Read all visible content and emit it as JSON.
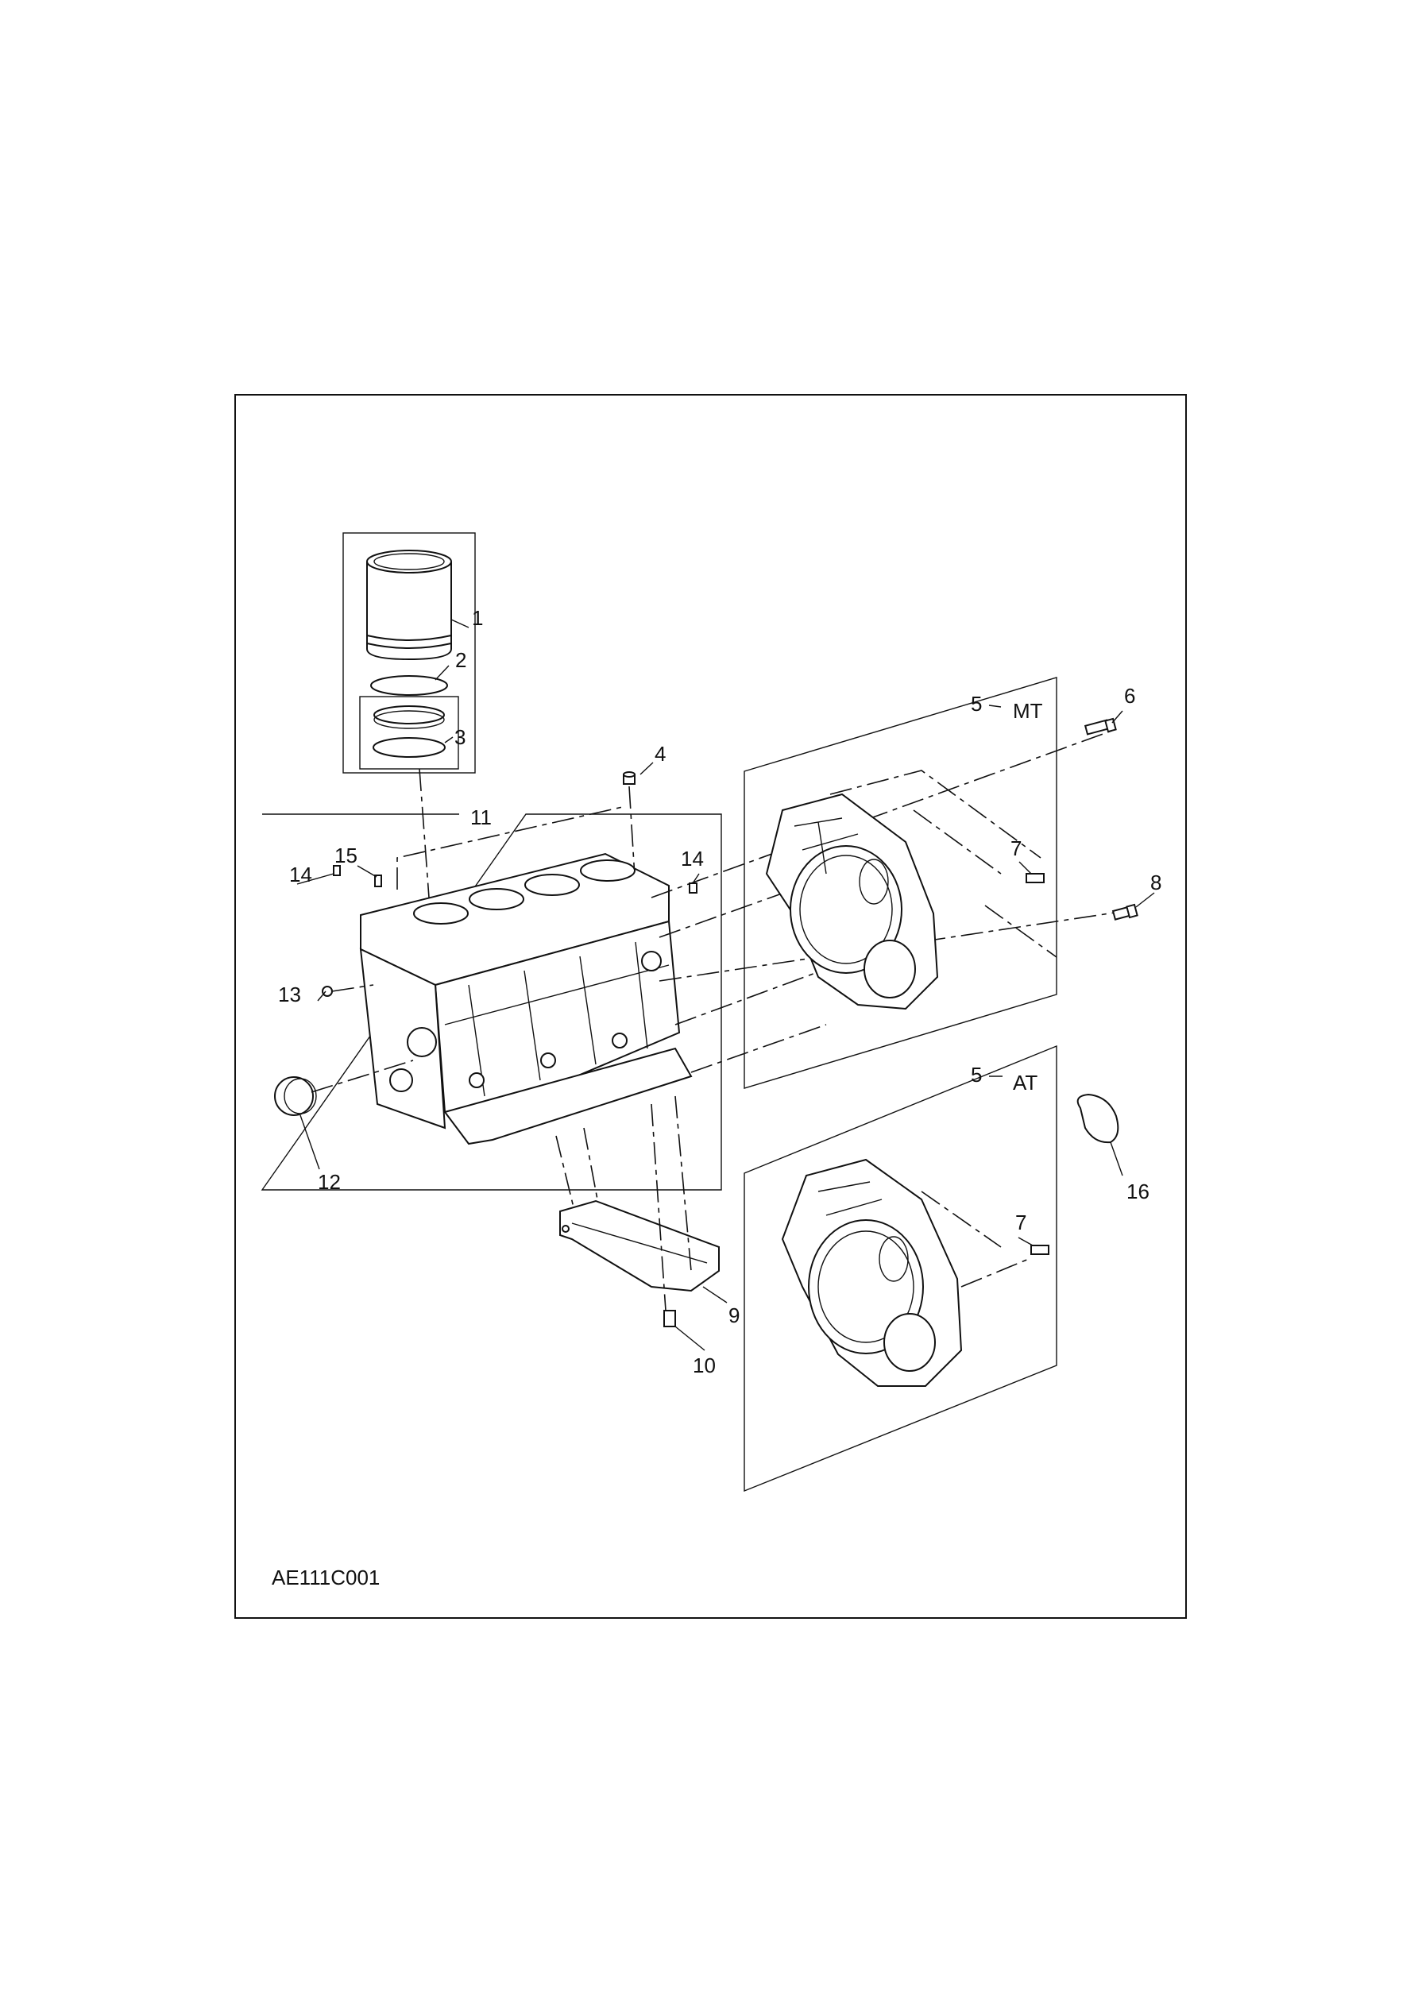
{
  "drawing": {
    "code": "AE111C001",
    "variants": {
      "mt": "MT",
      "at": "AT"
    }
  },
  "callouts": [
    {
      "id": "c1",
      "text": "1"
    },
    {
      "id": "c2",
      "text": "2"
    },
    {
      "id": "c3",
      "text": "3"
    },
    {
      "id": "c4",
      "text": "4"
    },
    {
      "id": "c5a",
      "text": "5"
    },
    {
      "id": "c5b",
      "text": "5"
    },
    {
      "id": "c6",
      "text": "6"
    },
    {
      "id": "c7a",
      "text": "7"
    },
    {
      "id": "c7b",
      "text": "7"
    },
    {
      "id": "c8",
      "text": "8"
    },
    {
      "id": "c9",
      "text": "9"
    },
    {
      "id": "c10",
      "text": "10"
    },
    {
      "id": "c11",
      "text": "11"
    },
    {
      "id": "c12",
      "text": "12"
    },
    {
      "id": "c13",
      "text": "13"
    },
    {
      "id": "c14a",
      "text": "14"
    },
    {
      "id": "c14b",
      "text": "14"
    },
    {
      "id": "c15",
      "text": "15"
    },
    {
      "id": "c16",
      "text": "16"
    }
  ]
}
